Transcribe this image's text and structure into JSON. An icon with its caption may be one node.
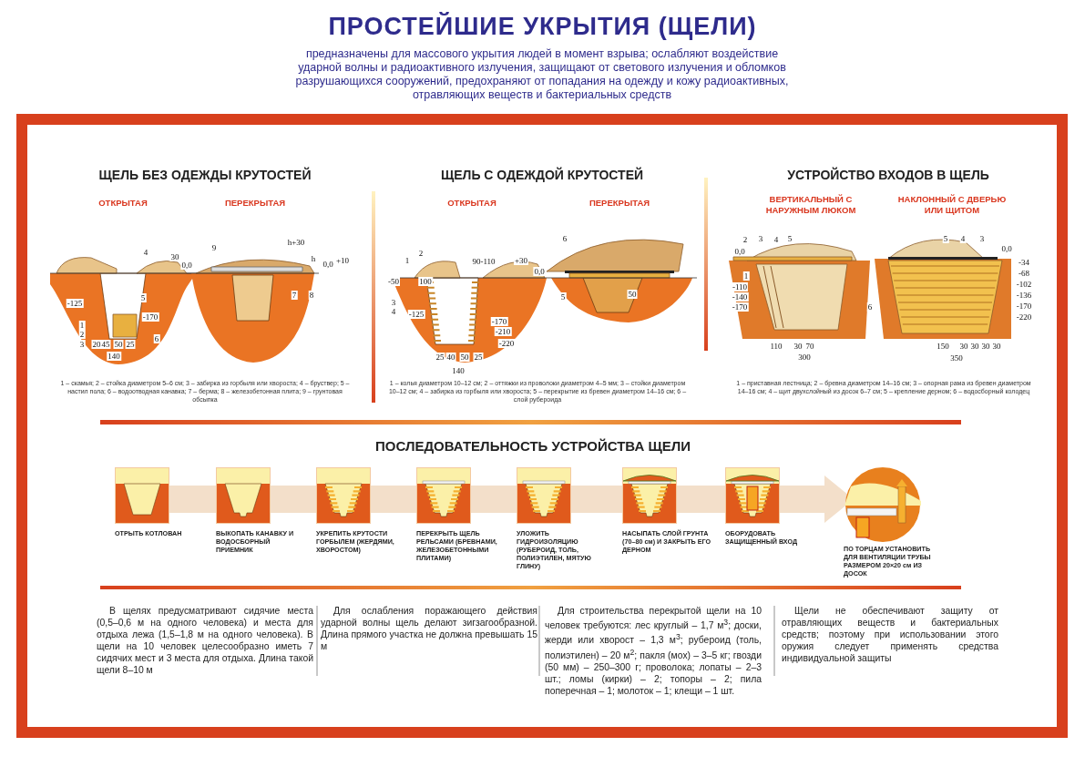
{
  "diagram": {
    "title": "ПРОСТЕЙШИЕ УКРЫТИЯ (ЩЕЛИ)",
    "nodes": [
      {
        "text": [
          "ОТРЫТЬ КОТЛОВАН"
        ]
      },
      {
        "text": [
          "ВЫКОПАТЬ КАНАВКУ И ВОДОСБОРНЫЙ ПРИЕМНИК"
        ]
      },
      {
        "text": [
          "УКРЕПИТЬ КРУТОСТИ ГОРБЫЛЕМ (ЖЕРДЯМИ, ХВОРОСТОМ)"
        ]
      },
      {
        "text": [
          "ПЕРЕКРЫТЬ ЩЕЛЬ РЕЛЬСАМИ (БРЕВНАМИ, ЖЕЛЕЗОБЕТОННЫМИ ПЛИТАМИ)"
        ]
      },
      {
        "text": [
          "УЛОЖИТЬ ГИДРОИЗОЛЯЦИЮ (РУБЕРОИД, ТОЛЬ, ПОЛИЭТИЛЕН, МЯТУЮ ГЛИНУ)"
        ]
      },
      {
        "text": [
          "НАСЫПАТЬ СЛОЙ ГРУНТА (70–80 см) И ЗАКРЫТЬ ЕГО ДЕРНОМ"
        ]
      },
      {
        "text": [
          "ОБОРУДОВАТЬ ЗАЩИЩЕННЫЙ ВХОД"
        ]
      },
      {
        "text": [
          "ПО ТОРЦАМ УСТАНОВИТЬ ДЛЯ ВЕНТИЛЯЦИИ ТРУБЫ РАЗМЕРОМ 20×20 см ИЗ ДОСОК"
        ]
      }
    ],
    "labels": [
      "предназначены для массового укрытия людей в момент взрыва; ослабляют воздействие ударной волны и радиоактивного излучения, защищают от светового излучения и обломков разрушающихся сооружений, предохраняют от попадания на одежду и кожу радиоактивных, отравляющих веществ и бактериальных средств",
      "ЩЕЛЬ БЕЗ ОДЕЖДЫ КРУТОСТЕЙ",
      "ОТКРЫТАЯ",
      "ПЕРЕКРЫТАЯ",
      "4",
      "30",
      "0,0",
      "5",
      "-125",
      "1",
      "2",
      "3",
      "-170",
      "6",
      "20",
      "45",
      "50",
      "25",
      "140",
      "9",
      "h+30",
      "h",
      "0,0",
      "+10",
      "7",
      "8",
      "1 – скамья; 2 – стойка диаметром 5–6 см; 3 – забирка из горбыля или хвороста; 4 – бруствер; 5 – настил пола; 6 – водоотводная канавка; 7 – берма; 8 – железобетонная плита; 9 – грунтовая обсыпка",
      "ЩЕЛЬ С ОДЕЖДОЙ КРУТОСТЕЙ",
      "ОТКРЫТАЯ",
      "ПЕРЕКРЫТАЯ",
      "1",
      "2",
      "-50",
      "100",
      "90-110",
      "+30",
      "0,0",
      "3",
      "4",
      "-125",
      "-170",
      "-210",
      "-220",
      "25",
      "40",
      "50",
      "25",
      "140",
      "6",
      "5",
      "50",
      "1 – колья диаметром 10–12 см; 2 – оттяжки из проволоки диаметром 4–5 мм; 3 – стойки диаметром 10–12 см; 4 – забирка из горбыля или хвороста; 5 – перекрытие из бревен диаметром 14–16 см; 6 – слой рубероида",
      "УСТРОЙСТВО ВХОДОВ В ЩЕЛЬ",
      "ВЕРТИКАЛЬНЫЙ С НАРУЖНЫМ ЛЮКОМ",
      "НАКЛОННЫЙ С ДВЕРЬЮ ИЛИ ЩИТОМ",
      "2",
      "3",
      "4",
      "5",
      "0,0",
      "1",
      "-110",
      "-140",
      "-170",
      "110",
      "30",
      "70",
      "300",
      "5",
      "4",
      "3",
      "0,0",
      "-34",
      "-68",
      "-102",
      "-136",
      "-170",
      "-220",
      "6",
      "150",
      "30",
      "30",
      "30",
      "30",
      "350",
      "1 – приставная лестница; 2 – бревна диаметром 14–16 см; 3 – опорная рама из бревен диаметром 14–16 см; 4 – щит двухслойный из досок 6–7 см; 5 – крепление дерном; 6 – водосборный колодец",
      "ПОСЛЕДОВАТЕЛЬНОСТЬ УСТРОЙСТВА ЩЕЛИ",
      "В щелях предусматривают сидячие места (0,5–0,6 м на одного человека) и места для отдыха лежа (1,5–1,8 м на одного человека). В щели на 10 человек целесообразно иметь 7 сидячих мест и 3 места для отдыха. Длина такой щели 8–10 м",
      "Для ослабления поражающего действия ударной волны щель делают зигзагообразной. Длина прямого участка не должна превышать 15 м",
      "Для строительства перекрытой щели на 10 человек требуются: лес круглый – 1,7 м$^{3}$; доски, жерди или хворост – 1,3 м$^{3}$; рубероид (толь, полиэтилен) – 20 м$^{2}$; пакля (мох) – 3–5 кг; гвозди (50 мм) – 250–300 г; проволока; лопаты – 2–3 шт.; ломы (кирки) – 2; топоры – 2; пила поперечная – 1; молоток – 1; клещи – 1 шт.",
      "Щели не обеспечивают защиту от отравляющих веществ и бактериальных средств; поэтому при использовании этого оружия следует применять средства индивидуальной защиты"
    ]
  }
}
